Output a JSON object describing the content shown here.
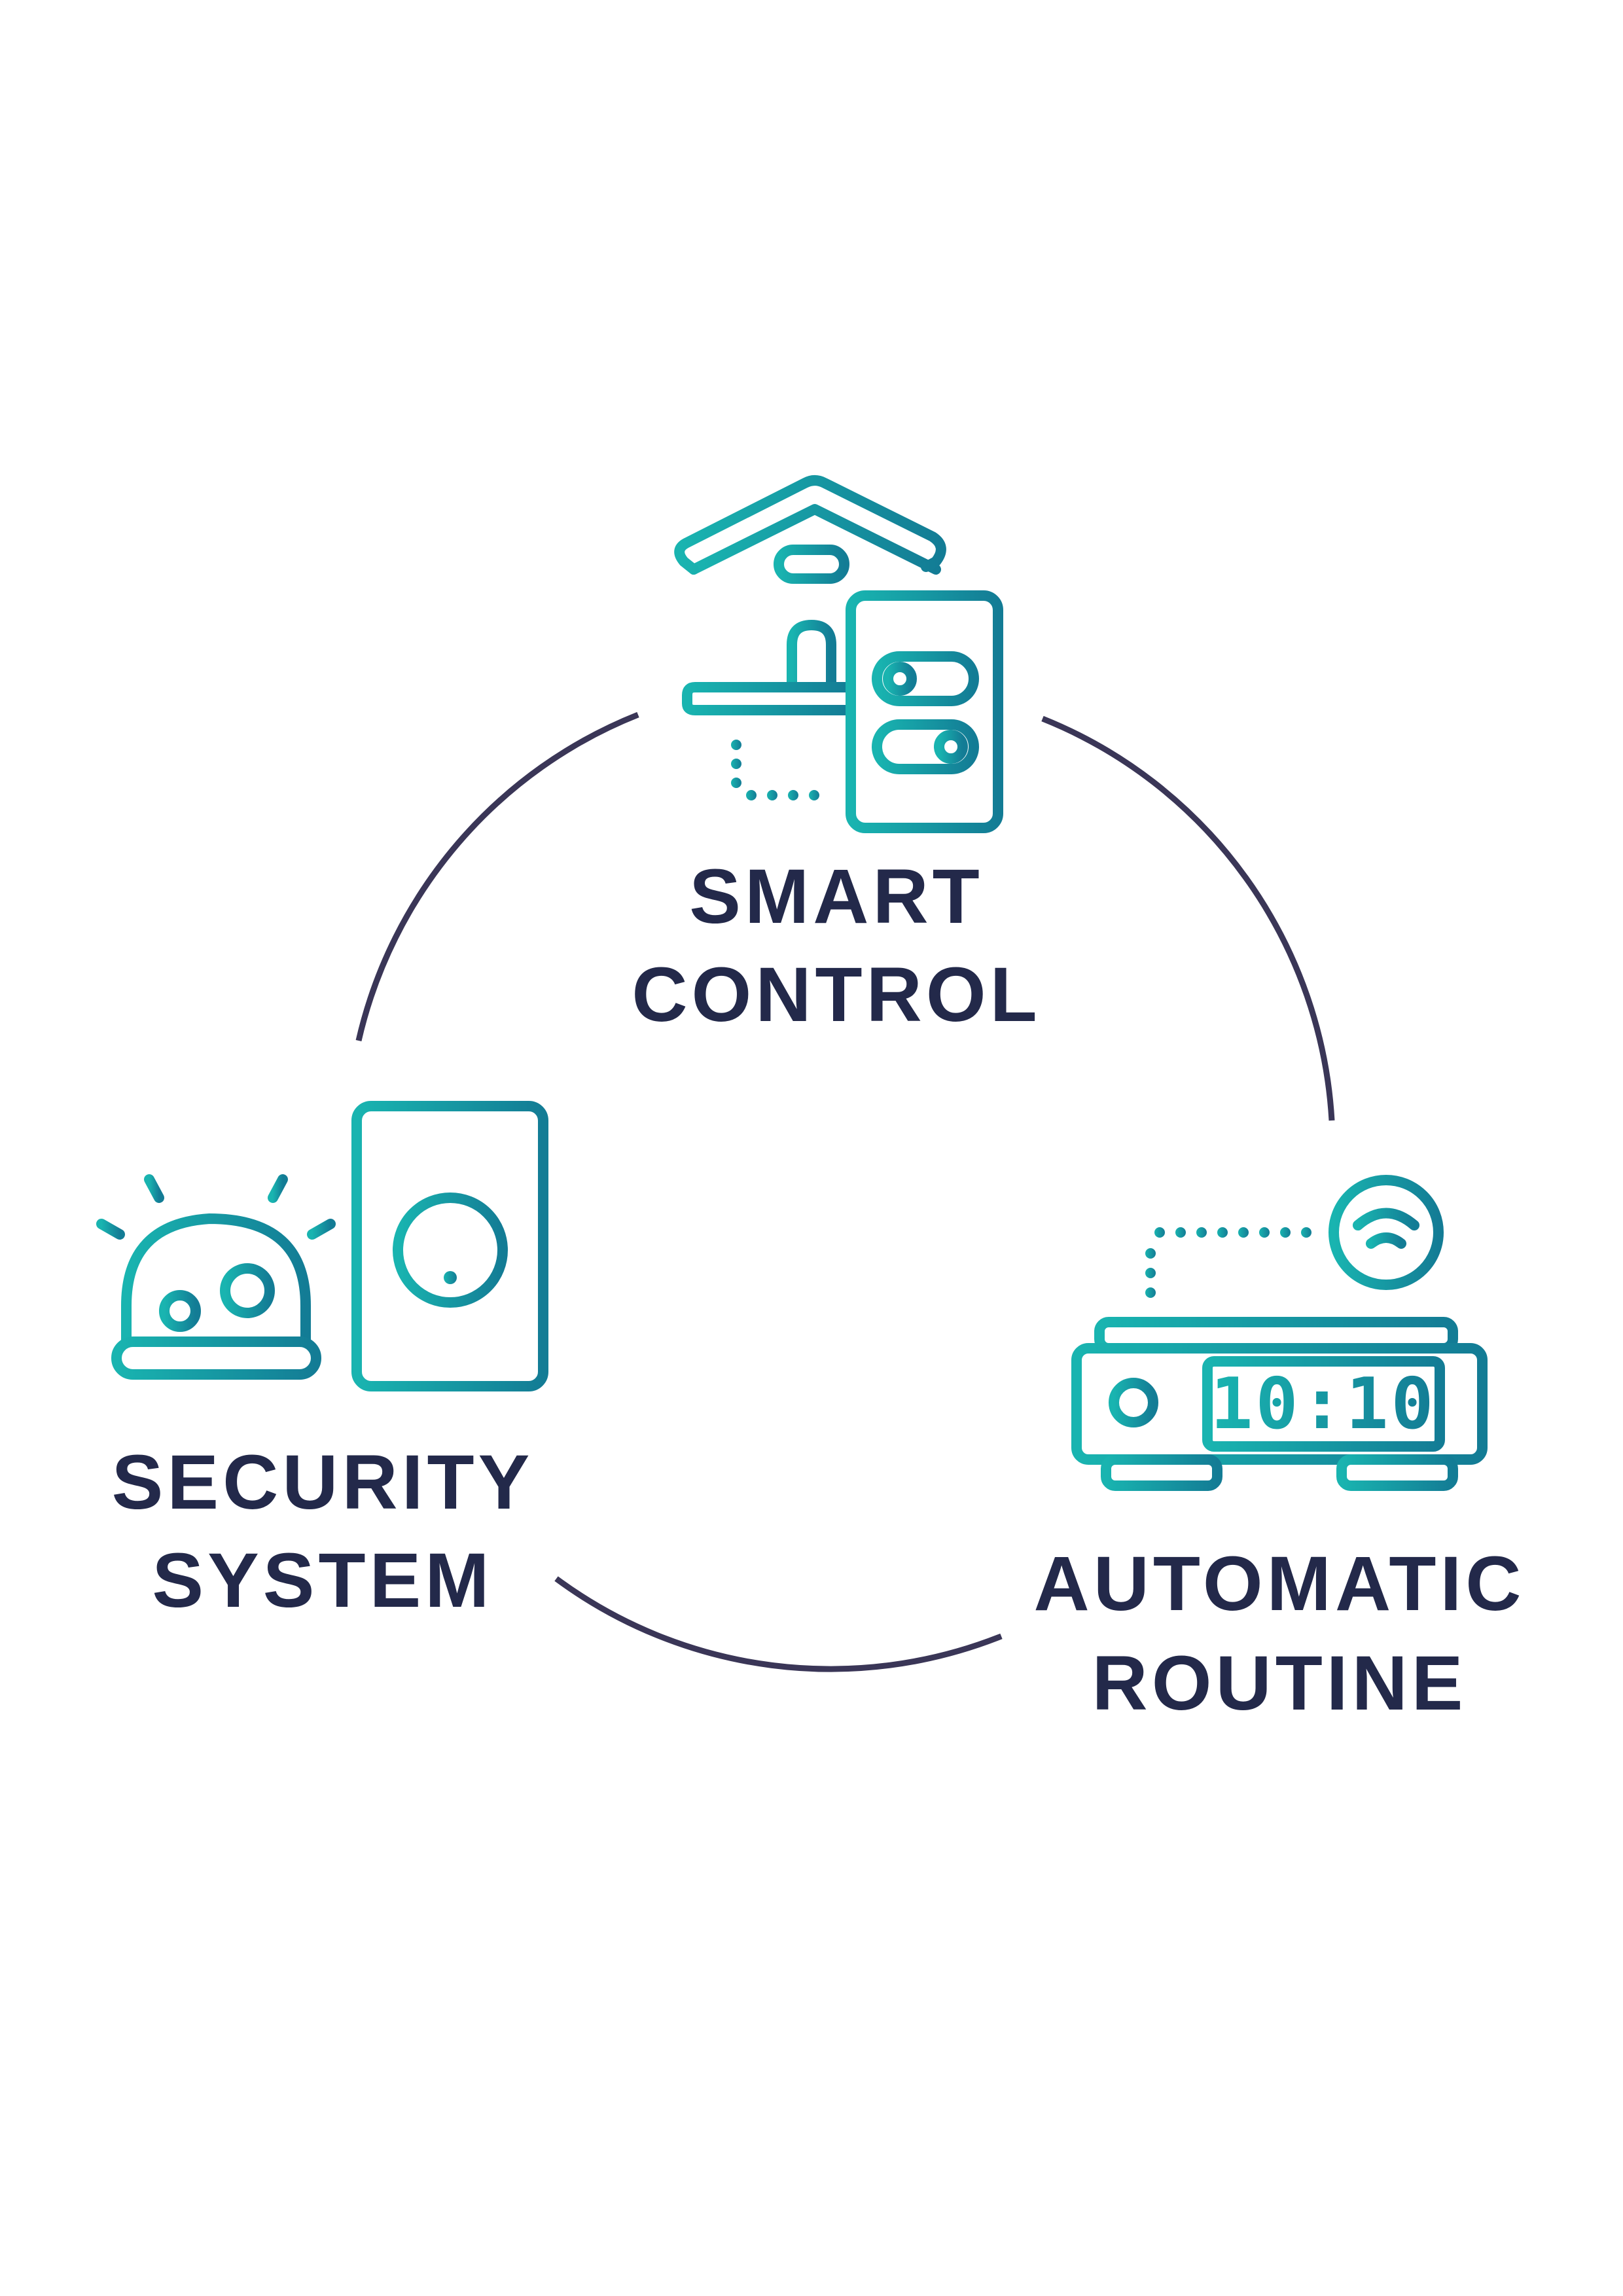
{
  "colors": {
    "ring": "#3a3657",
    "label": "#23294a",
    "icon_gradient_start": "#19b4b0",
    "icon_gradient_end": "#137c95",
    "background": "#ffffff"
  },
  "nodes": [
    {
      "id": "smart-control",
      "line1": "SMART",
      "line2": "CONTROL",
      "icon": "house-with-phone-switches-icon"
    },
    {
      "id": "automatic-routine",
      "line1": "AUTOMATIC",
      "line2": "ROUTINE",
      "icon": "wifi-clock-device-icon",
      "clock_display": "10:10"
    },
    {
      "id": "security-system",
      "line1": "SECURITY",
      "line2": "SYSTEM",
      "icon": "alarm-siren-with-phone-alert-icon"
    }
  ]
}
